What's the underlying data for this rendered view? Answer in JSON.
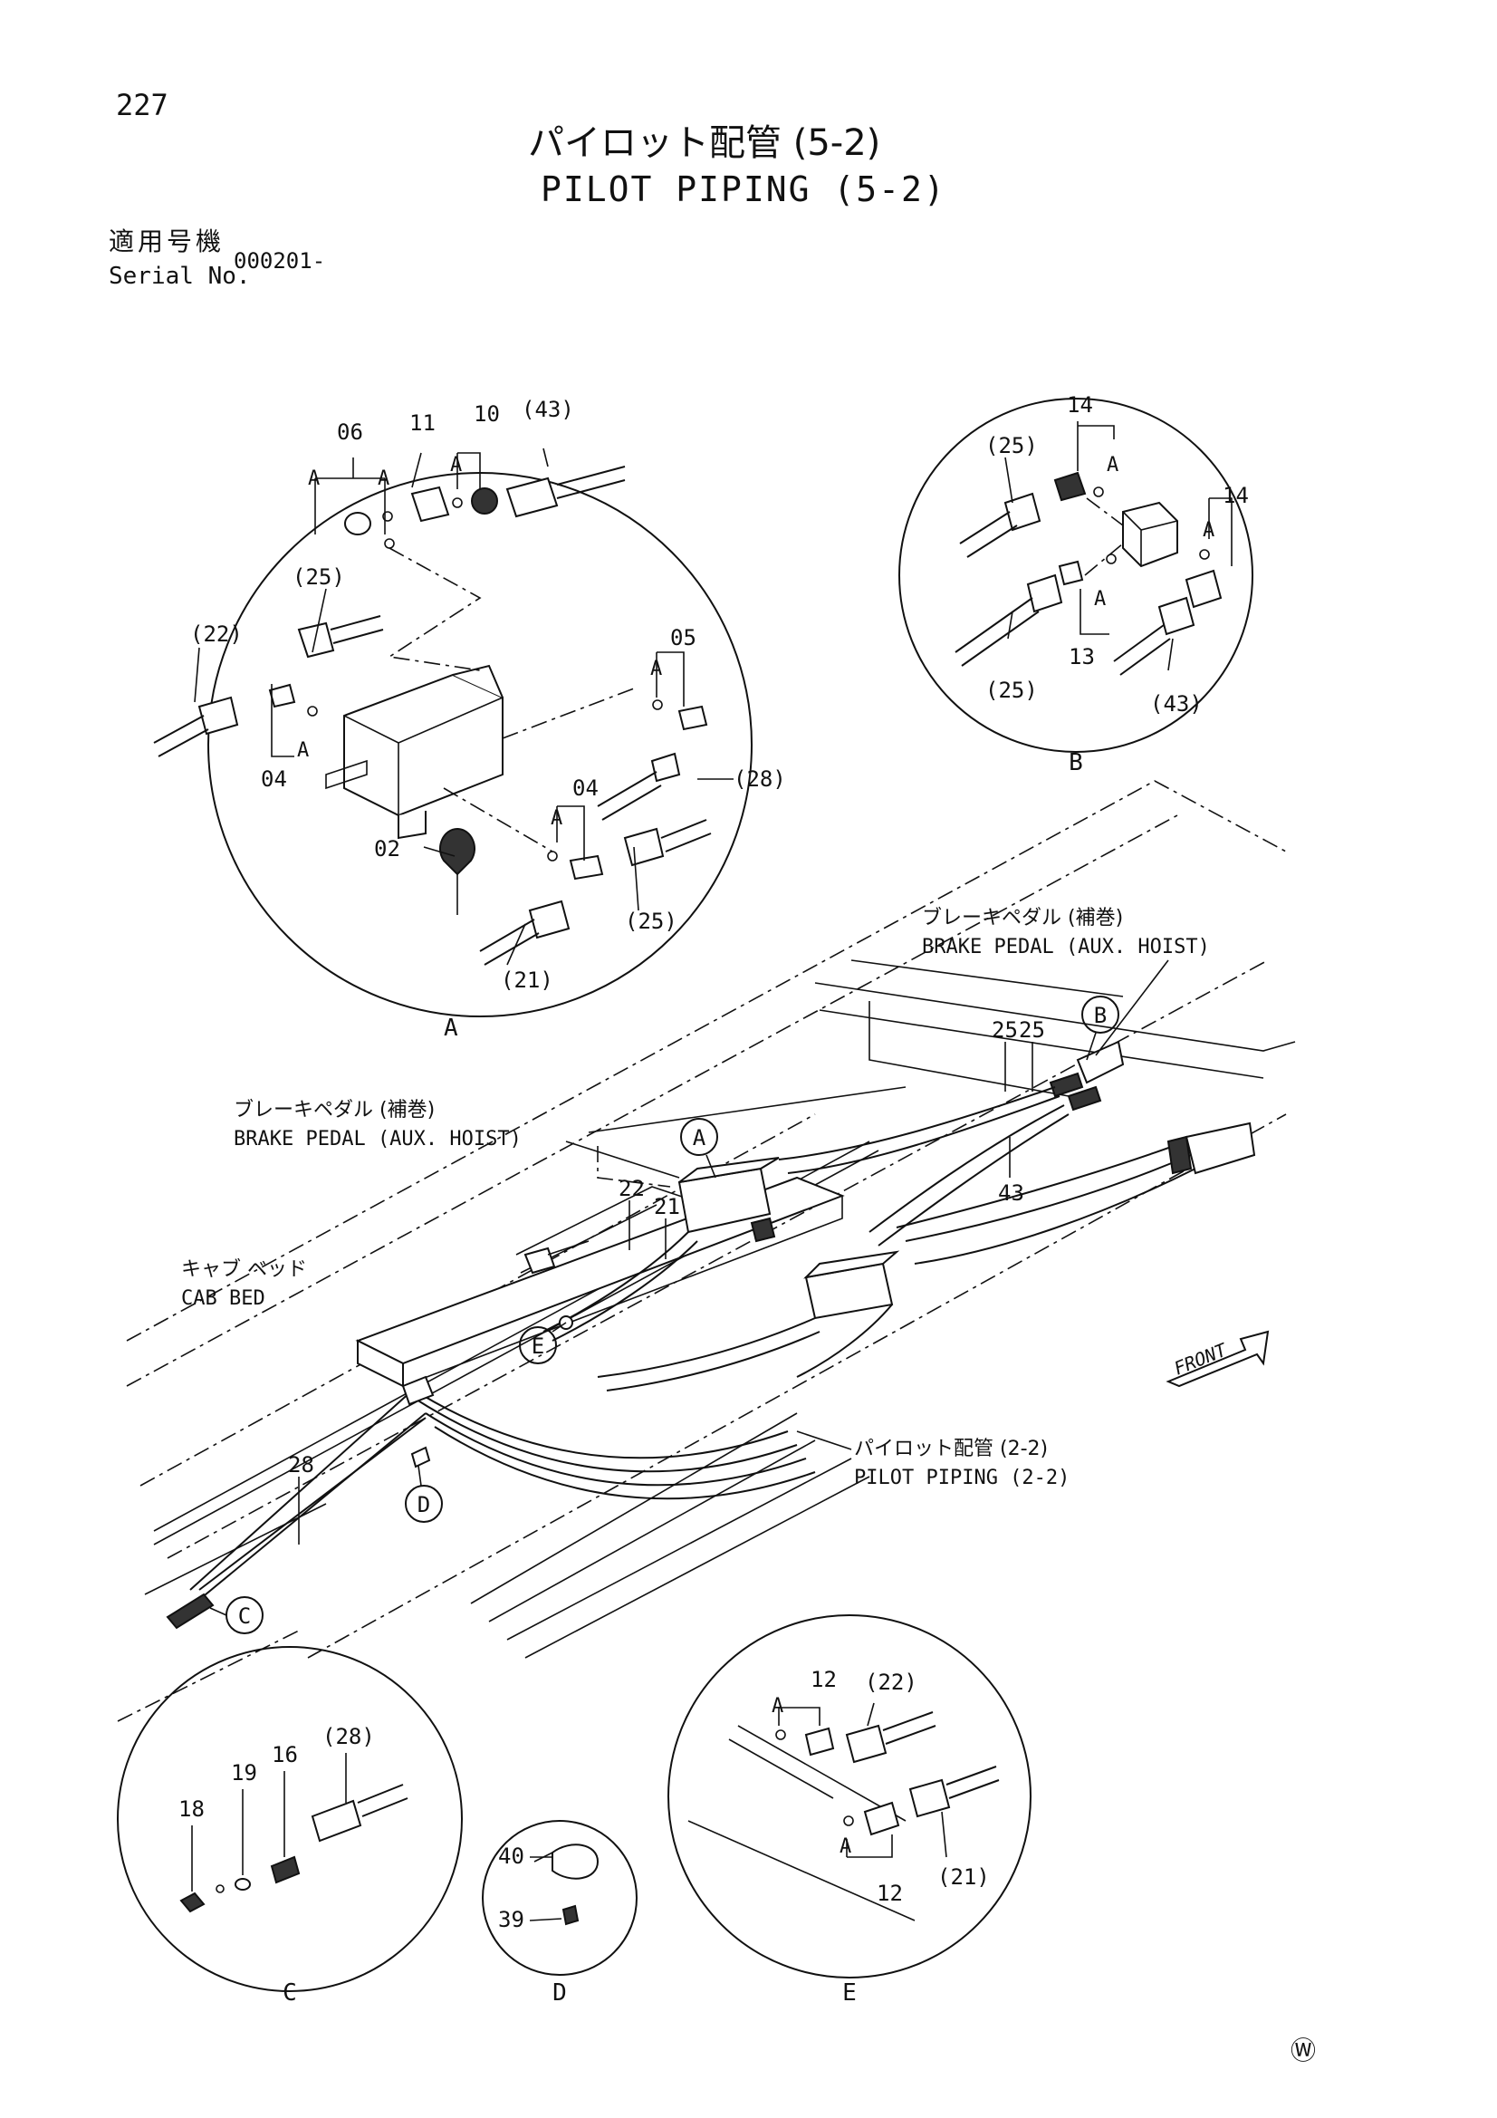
{
  "header": {
    "page_number": "227",
    "title_jp": "パイロット配管 (5-2)",
    "title_en": "PILOT PIPING (5-2)",
    "serial_label_jp": "適用号機",
    "serial_label_en": "Serial No.",
    "serial_value": "000201-"
  },
  "callouts": {
    "brake_pedal_right_jp": "ブレーキペダル (補巻)",
    "brake_pedal_right_en": "BRAKE PEDAL (AUX. HOIST)",
    "brake_pedal_left_jp": "ブレーキペダル (補巻)",
    "brake_pedal_left_en": "BRAKE PEDAL (AUX. HOIST)",
    "cab_bed_jp": "キャブ ベッド",
    "cab_bed_en": "CAB BED",
    "pilot_piping_jp": "パイロット配管 (2-2)",
    "pilot_piping_en": "PILOT PIPING (2-2)",
    "front": "FRONT"
  },
  "views": {
    "A": "A",
    "B": "B",
    "C": "C",
    "D": "D",
    "E": "E"
  },
  "detail_a": {
    "p06": "06",
    "p11": "11",
    "p10": "10",
    "p43": "(43)",
    "p25a": "(25)",
    "p22": "(22)",
    "p05": "05",
    "p04a": "04",
    "p28": "(28)",
    "p04b": "04",
    "p02": "02",
    "p25b": "(25)",
    "p21": "(21)",
    "sealA": "A"
  },
  "detail_b": {
    "p14a": "14",
    "p25a": "(25)",
    "p14b": "14",
    "p25b": "(25)",
    "p13": "13",
    "p43": "(43)",
    "sealA": "A"
  },
  "main_view": {
    "p25a": "25",
    "p25b": "25",
    "p43": "43",
    "p22": "22",
    "p21": "21",
    "p28": "28"
  },
  "detail_c": {
    "p28": "(28)",
    "p16": "16",
    "p19": "19",
    "p18": "18"
  },
  "detail_d": {
    "p40": "40",
    "p39": "39"
  },
  "detail_e": {
    "p12a": "12",
    "p22": "(22)",
    "p12b": "12",
    "p21": "(21)",
    "sealA": "A"
  },
  "footer": {
    "page_mark": "Ⓦ"
  }
}
